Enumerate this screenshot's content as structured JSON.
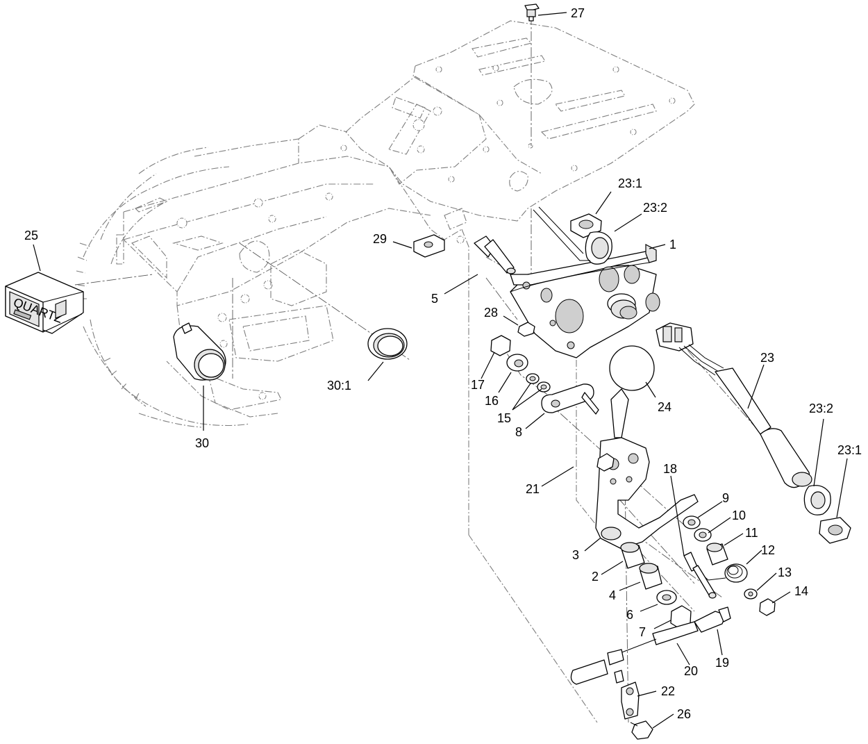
{
  "callouts": {
    "c1": "1",
    "c2": "2",
    "c3": "3",
    "c4": "4",
    "c5": "5",
    "c6": "6",
    "c7": "7",
    "c8": "8",
    "c9": "9",
    "c10": "10",
    "c11": "11",
    "c12": "12",
    "c13": "13",
    "c14": "14",
    "c15": "15",
    "c16": "16",
    "c17": "17",
    "c18": "18",
    "c19": "19",
    "c20": "20",
    "c21": "21",
    "c22": "22",
    "c23": "23",
    "c23_1_top": "23:1",
    "c23_2_top": "23:2",
    "c23_2_right": "23:2",
    "c23_1_right": "23:1",
    "c24": "24",
    "c25": "25",
    "c26": "26",
    "c27": "27",
    "c28": "28",
    "c29": "29",
    "c30": "30",
    "c30_1": "30:1"
  },
  "hour_meter_label": "QUARTZ"
}
